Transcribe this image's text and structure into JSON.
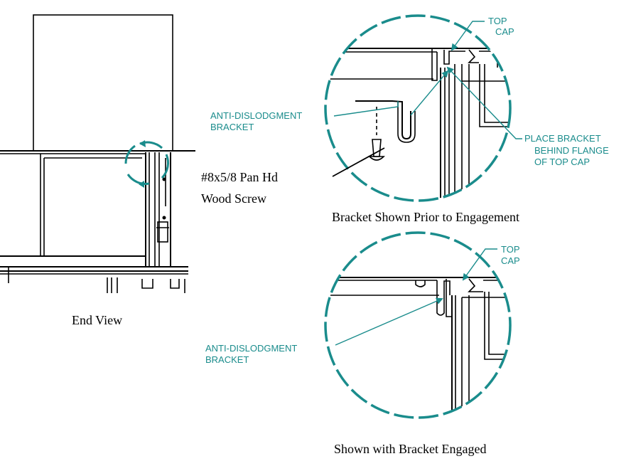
{
  "colors": {
    "line": "#000000",
    "accent": "#1a8c8c",
    "background": "#ffffff"
  },
  "end_view": {
    "caption": "End View",
    "screw_label_1": "#8x5/8 Pan Hd",
    "screw_label_2": "Wood Screw"
  },
  "detail_prior": {
    "caption": "Bracket Shown Prior to Engagement",
    "top_cap_1": "TOP",
    "top_cap_2": "CAP",
    "bracket_1": "ANTI-DISLODGMENT",
    "bracket_2": "BRACKET",
    "place_1": "PLACE BRACKET",
    "place_2": "BEHIND FLANGE",
    "place_3": "OF TOP CAP"
  },
  "detail_engaged": {
    "caption": "Shown with Bracket Engaged",
    "top_cap_1": "TOP",
    "top_cap_2": "CAP",
    "bracket_1": "ANTI-DISLODGMENT",
    "bracket_2": "BRACKET"
  }
}
